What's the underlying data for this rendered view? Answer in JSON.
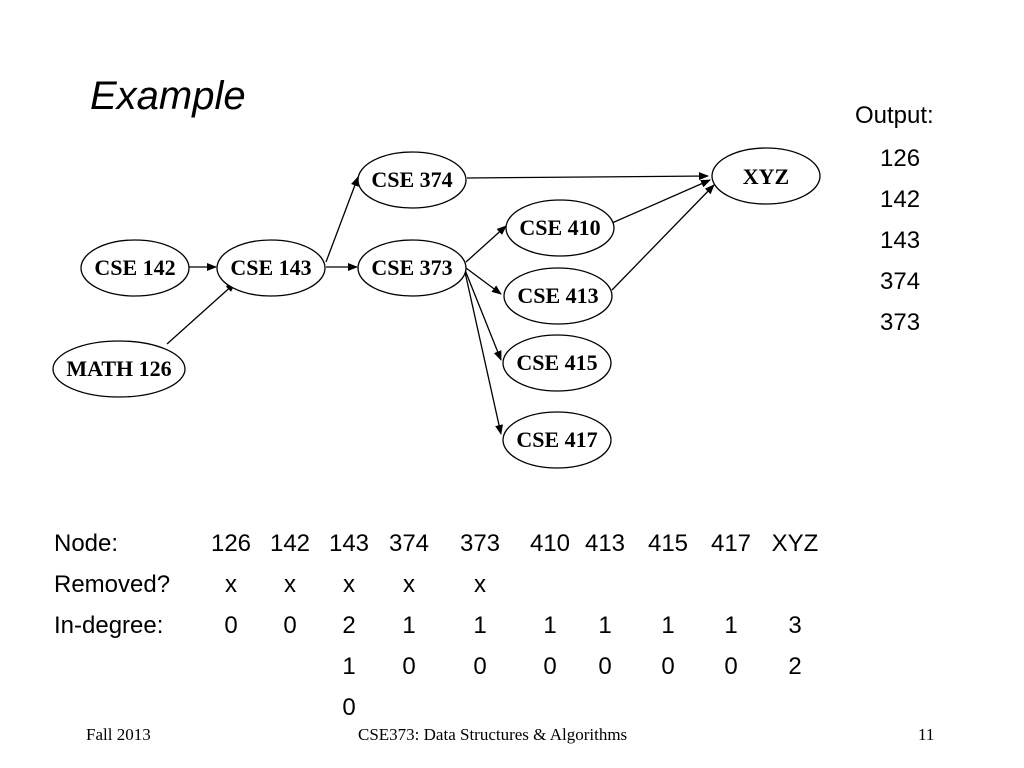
{
  "slide": {
    "title": "Example"
  },
  "graph": {
    "nodes": {
      "cse374": "CSE 374",
      "xyz": "XYZ",
      "cse410": "CSE 410",
      "cse142": "CSE 142",
      "cse143": "CSE 143",
      "cse373": "CSE 373",
      "cse413": "CSE 413",
      "cse415": "CSE 415",
      "math126": "MATH 126",
      "cse417": "CSE 417"
    },
    "edges": [
      [
        "CSE 142",
        "CSE 143"
      ],
      [
        "MATH 126",
        "CSE 143"
      ],
      [
        "CSE 143",
        "CSE 373"
      ],
      [
        "CSE 143",
        "CSE 374"
      ],
      [
        "CSE 374",
        "XYZ"
      ],
      [
        "CSE 373",
        "CSE 410"
      ],
      [
        "CSE 373",
        "CSE 413"
      ],
      [
        "CSE 373",
        "CSE 415"
      ],
      [
        "CSE 373",
        "CSE 417"
      ],
      [
        "CSE 410",
        "XYZ"
      ],
      [
        "CSE 413",
        "XYZ"
      ]
    ]
  },
  "output": {
    "label": "Output:",
    "items": [
      "126",
      "142",
      "143",
      "374",
      "373"
    ]
  },
  "table": {
    "node_label": "Node:",
    "removed_label": "Removed?",
    "indegree_label": "In-degree:",
    "nodes": [
      "126",
      "142",
      "143",
      "374",
      "373",
      "410",
      "413",
      "415",
      "417",
      "XYZ"
    ],
    "removed": [
      "x",
      "x",
      "x",
      "x",
      "x",
      "",
      "",
      "",
      "",
      ""
    ],
    "indegree_row1": [
      "0",
      "0",
      "2",
      "1",
      "1",
      "1",
      "1",
      "1",
      "1",
      "3"
    ],
    "indegree_row2": [
      "",
      "",
      "1",
      "0",
      "0",
      "0",
      "0",
      "0",
      "0",
      "2"
    ],
    "indegree_row3": [
      "",
      "",
      "0",
      "",
      "",
      "",
      "",
      "",
      "",
      ""
    ]
  },
  "footer": {
    "left": "Fall 2013",
    "center": "CSE373: Data Structures & Algorithms",
    "right": "11"
  }
}
